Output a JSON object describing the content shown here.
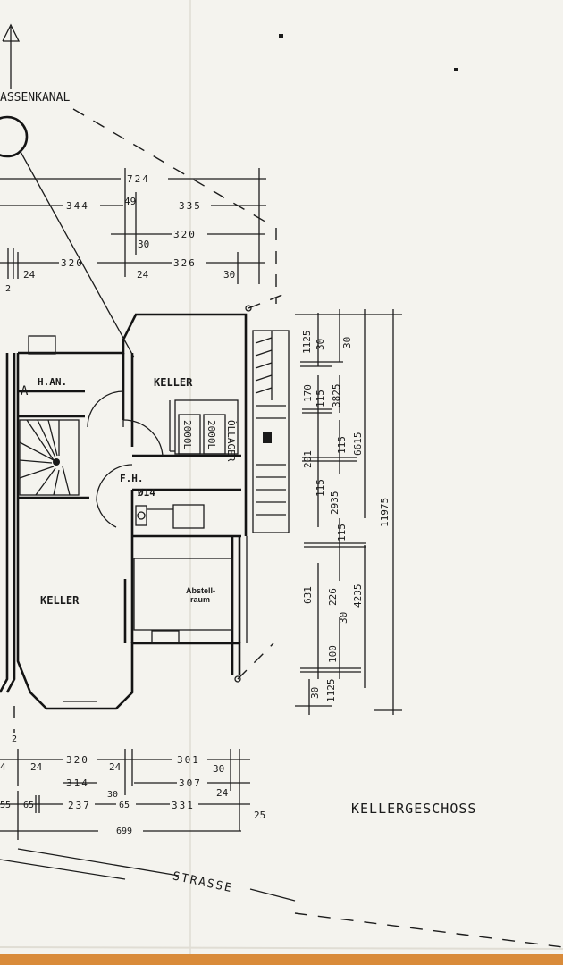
{
  "labels": {
    "kanal": "ASSENKANAL",
    "keller_top": "KELLER",
    "keller_left": "KELLER",
    "han": "H.AN.",
    "a_mark": "A",
    "fh": "F.H.",
    "diam": "Ø14",
    "abstell_1": "Abstell-",
    "abstell_2": "raum",
    "oellager": "ÖLLAGER",
    "tank1": "2000L",
    "tank2": "2000L",
    "strasse": "STRASSE",
    "title": "KELLERGESCHOSS"
  },
  "dims_top": {
    "d724": "724",
    "d344": "344",
    "d49": "49",
    "d335": "335",
    "d30a": "30",
    "d320a": "320",
    "d24a": "24",
    "d320b": "320",
    "d24b": "24",
    "d326": "326",
    "d30b": "30",
    "d2": "2"
  },
  "dims_right": {
    "d1125a": "1125",
    "d30c": "30",
    "d301": "30",
    "d170": "170",
    "d115a": "115",
    "d3825": "3825",
    "d6615": "6615",
    "d201": "201",
    "d115b": "115",
    "d115c": "115",
    "d2935": "2935",
    "d11975": "11975",
    "d115d": "115",
    "d631": "631",
    "d226": "226",
    "d4235": "4235",
    "d30d": "30",
    "d100": "100",
    "d30e": "30",
    "d1125b": "1125"
  },
  "dims_bottom": {
    "d2b": "2",
    "d4": "4",
    "d24c": "24",
    "d320c": "320",
    "d24d": "24",
    "d301b": "301",
    "d30f": "30",
    "d314": "314",
    "d307": "307",
    "d24e": "24",
    "d55": "55",
    "d65a": "65",
    "d237": "237",
    "d30g": "30",
    "d65b": "65",
    "d331": "331",
    "d25": "25",
    "d699": "699"
  }
}
